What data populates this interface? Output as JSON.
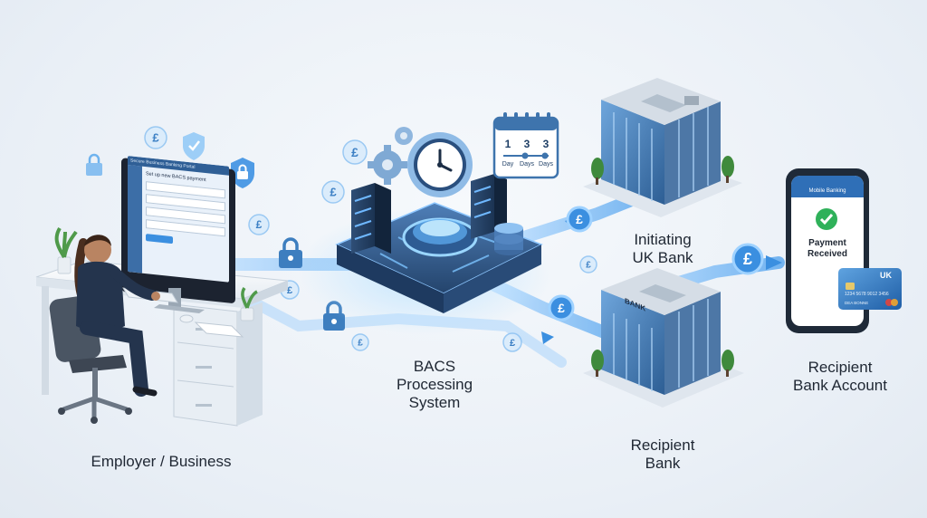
{
  "labels": {
    "employer": "Employer / Business",
    "bacs": "BACS\nProcessing\nSystem",
    "initiating_bank": "Initiating\nUK Bank",
    "recipient_bank": "Recipient\nBank",
    "recipient_account": "Recipient\nBank Account"
  },
  "monitor": {
    "header": "Secure Business Banking Portal",
    "form_title": "Set up new BACS payment"
  },
  "calendar": {
    "steps": [
      "1",
      "3",
      "3"
    ],
    "step_labels": [
      "Day",
      "Days",
      "Days"
    ]
  },
  "buildings": {
    "recipient_sign": "BANK"
  },
  "phone": {
    "app_title": "Mobile Banking",
    "status_text": "Payment\nReceived"
  },
  "card": {
    "country": "UK",
    "number": "1234 5678 9012 3456",
    "holder": "DEA BONNE"
  },
  "currency_symbol": "£",
  "colors": {
    "accent": "#3b8fe0",
    "glow": "#7cc4ff",
    "success": "#2fb15a",
    "building": "#5b7fa8"
  }
}
